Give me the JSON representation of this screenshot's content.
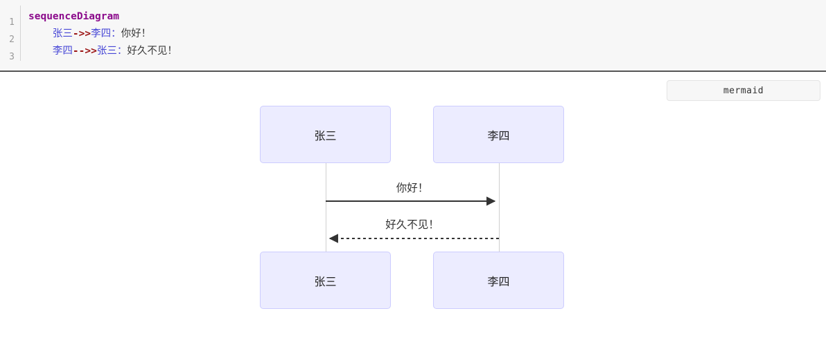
{
  "editor": {
    "language": "mermaid",
    "line_numbers": [
      "1",
      "2",
      "3"
    ],
    "lines": [
      {
        "number": "1",
        "indent": "",
        "keyword": "sequenceDiagram",
        "from": "",
        "arrow": "",
        "to": "",
        "colon": "",
        "message": ""
      },
      {
        "number": "2",
        "indent": "    ",
        "keyword": "",
        "from": "张三",
        "arrow": "->>",
        "to": "李四",
        "colon": "：",
        "message": "你好！"
      },
      {
        "number": "3",
        "indent": "    ",
        "keyword": "",
        "from": "李四",
        "arrow": "-->>",
        "to": "张三",
        "colon": "：",
        "message": "好久不见！"
      }
    ],
    "colors": {
      "background": "#f7f7f7",
      "keyword": "#8b0a8b",
      "actor": "#4646d6",
      "arrow": "#9b1414",
      "message": "#3a3a3a",
      "line_number": "#999999"
    }
  },
  "preview": {
    "badge_label": "mermaid",
    "diagram": {
      "type": "sequence",
      "actors": [
        {
          "name": "张三",
          "top_label": "张三",
          "bottom_label": "张三"
        },
        {
          "name": "李四",
          "top_label": "李四",
          "bottom_label": "李四"
        }
      ],
      "messages": [
        {
          "from": "张三",
          "to": "李四",
          "label": "你好！",
          "style": "solid",
          "direction": "right"
        },
        {
          "from": "李四",
          "to": "张三",
          "label": "好久不见！",
          "style": "dashed",
          "direction": "left"
        }
      ]
    },
    "colors": {
      "actor_fill": "#ececff",
      "actor_stroke": "#ccccff",
      "lifeline": "#cfcfcf",
      "message_line": "#333333",
      "label_text": "#333333",
      "canvas": "#ffffff"
    }
  }
}
